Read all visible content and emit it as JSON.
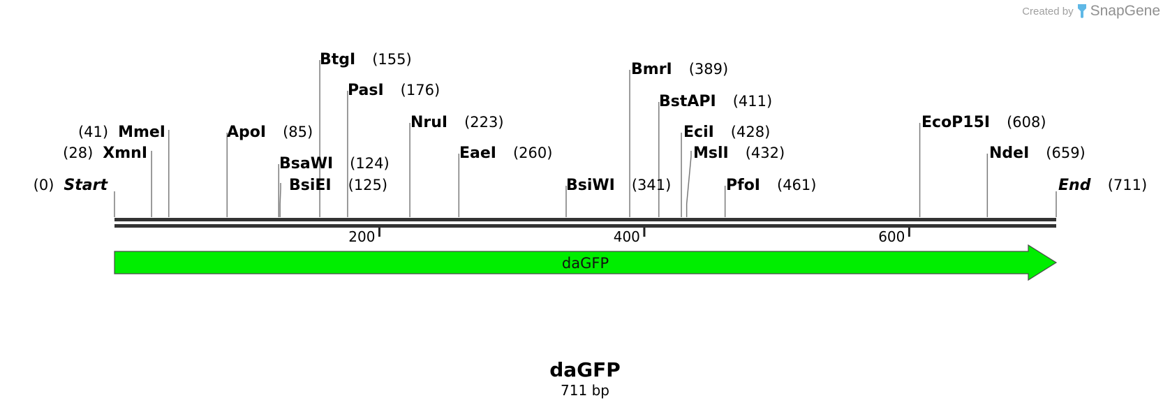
{
  "branding": {
    "prefix": "Created by",
    "name": "SnapGene",
    "logo_icon": "snapgene-logo-icon",
    "logo_color": "#5fb8e6"
  },
  "sequence": {
    "name": "daGFP",
    "length_label": "711 bp",
    "length_bp": 711
  },
  "ruler": {
    "ticks": [
      {
        "position": 200,
        "label": "200"
      },
      {
        "position": 400,
        "label": "400"
      },
      {
        "position": 600,
        "label": "600"
      }
    ]
  },
  "features": [
    {
      "name": "daGFP",
      "start": 0,
      "end": 711,
      "direction": "forward",
      "color": "#00ee00"
    }
  ],
  "sites": [
    {
      "name": "Start",
      "pos_label": "(0)",
      "position": 0,
      "italic": true,
      "side": "left"
    },
    {
      "name": "XmnI",
      "pos_label": "(28)",
      "position": 28,
      "italic": false,
      "side": "left"
    },
    {
      "name": "MmeI",
      "pos_label": "(41)",
      "position": 41,
      "italic": false,
      "side": "left"
    },
    {
      "name": "ApoI",
      "pos_label": "(85)",
      "position": 85,
      "italic": false,
      "side": "right"
    },
    {
      "name": "BsaWI",
      "pos_label": "(124)",
      "position": 124,
      "italic": false,
      "side": "right"
    },
    {
      "name": "BsiEI",
      "pos_label": "(125)",
      "position": 125,
      "italic": false,
      "side": "right"
    },
    {
      "name": "BtgI",
      "pos_label": "(155)",
      "position": 155,
      "italic": false,
      "side": "right"
    },
    {
      "name": "PasI",
      "pos_label": "(176)",
      "position": 176,
      "italic": false,
      "side": "right"
    },
    {
      "name": "NruI",
      "pos_label": "(223)",
      "position": 223,
      "italic": false,
      "side": "right"
    },
    {
      "name": "EaeI",
      "pos_label": "(260)",
      "position": 260,
      "italic": false,
      "side": "right"
    },
    {
      "name": "BsiWI",
      "pos_label": "(341)",
      "position": 341,
      "italic": false,
      "side": "right"
    },
    {
      "name": "BmrI",
      "pos_label": "(389)",
      "position": 389,
      "italic": false,
      "side": "right"
    },
    {
      "name": "BstAPI",
      "pos_label": "(411)",
      "position": 411,
      "italic": false,
      "side": "right"
    },
    {
      "name": "EciI",
      "pos_label": "(428)",
      "position": 428,
      "italic": false,
      "side": "right"
    },
    {
      "name": "MslI",
      "pos_label": "(432)",
      "position": 432,
      "italic": false,
      "side": "right"
    },
    {
      "name": "PfoI",
      "pos_label": "(461)",
      "position": 461,
      "italic": false,
      "side": "right"
    },
    {
      "name": "EcoP15I",
      "pos_label": "(608)",
      "position": 608,
      "italic": false,
      "side": "right"
    },
    {
      "name": "NdeI",
      "pos_label": "(659)",
      "position": 659,
      "italic": false,
      "side": "right"
    },
    {
      "name": "End",
      "pos_label": "(711)",
      "position": 711,
      "italic": true,
      "side": "right"
    }
  ]
}
